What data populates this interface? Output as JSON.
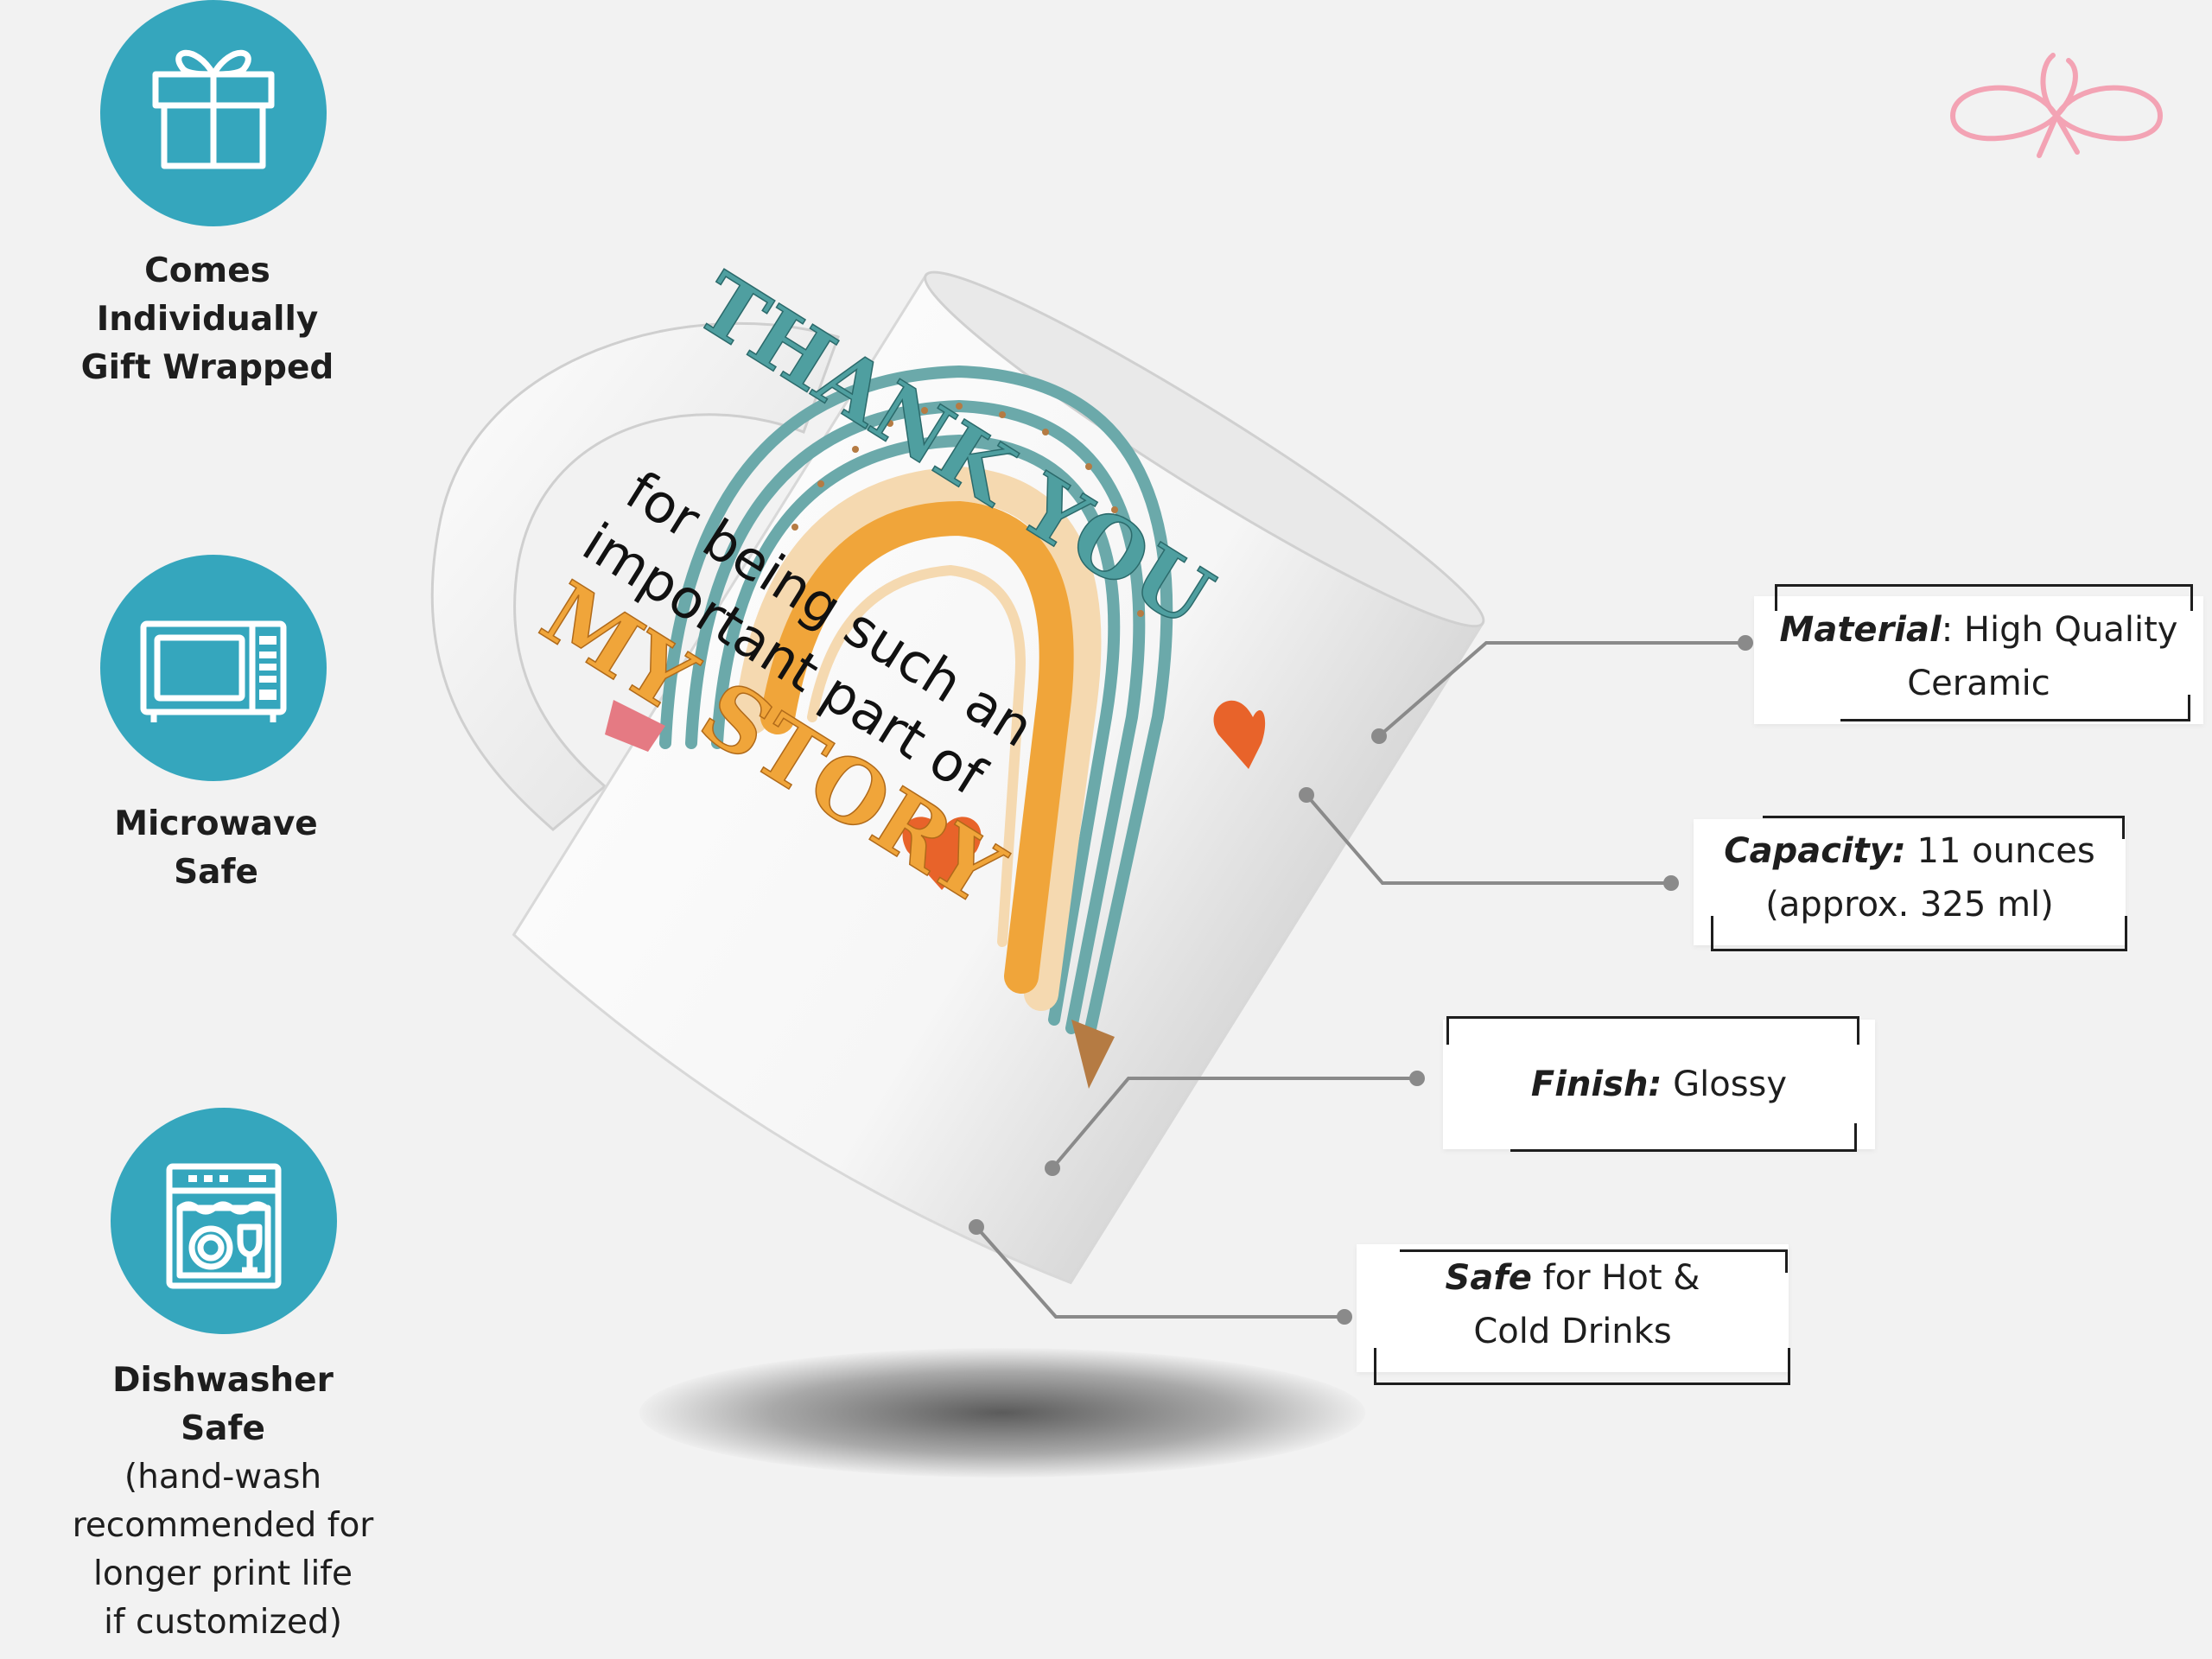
{
  "features": [
    {
      "lines_bold": [
        "Comes Individually",
        "Gift Wrapped"
      ],
      "lines_normal": [],
      "icon": "gift-box-icon"
    },
    {
      "lines_bold": [
        "Microwave",
        "Safe"
      ],
      "lines_normal": [],
      "icon": "microwave-icon"
    },
    {
      "lines_bold": [
        "Dishwasher",
        "Safe"
      ],
      "lines_normal": [
        "(hand-wash",
        "recommended for",
        "longer print life",
        "if customized)"
      ],
      "icon": "dishwasher-icon"
    }
  ],
  "callouts": {
    "material": {
      "key": "Material",
      "value": ": High Quality",
      "line2": "Ceramic"
    },
    "capacity": {
      "key": "Capacity:",
      "value": " 11 ounces",
      "line2": "(approx. 325 ml)"
    },
    "finish": {
      "key": "Finish:",
      "value": " Glossy"
    },
    "safe": {
      "key": "Safe",
      "value": " for Hot &",
      "line2": "Cold Drinks"
    }
  },
  "mug": {
    "headline": "THANK YOU",
    "line1": "for being such an",
    "line2": "important part of",
    "line3": "MY STORY"
  },
  "logo": {
    "icon": "ribbon-bow-icon"
  },
  "colors": {
    "badge": "#35a6bd",
    "teal": "#4f9fa0",
    "orange": "#e8632a",
    "purple": "#9b79d6",
    "yellow": "#f0a53a",
    "pink": "#e57a83",
    "bow": "#f3a3b4"
  }
}
